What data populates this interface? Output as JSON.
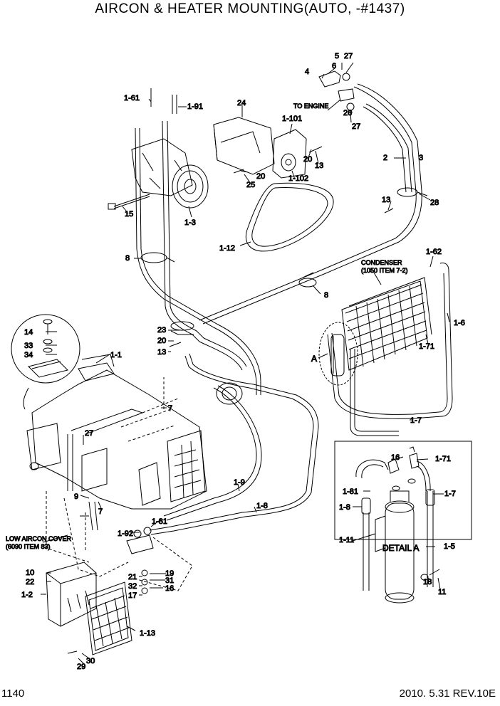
{
  "title": "AIRCON & HEATER MOUNTING(AUTO, -#1437)",
  "footer": {
    "page": "1140",
    "revision": "2010. 5.31  REV.10E"
  },
  "notes": {
    "to_engine": "TO ENGINE",
    "condenser_line1": "CONDENSER",
    "condenser_line2": "(1050 ITEM 7-2)",
    "low_cover_line1": "LOW AIRCON COVER",
    "low_cover_line2": "(6090 ITEM 83)",
    "detail_a": "DETAIL A",
    "detail_marker": "A"
  },
  "callouts": {
    "c_5": "5",
    "c_27a": "27",
    "c_6": "6",
    "c_4": "4",
    "c_26": "26",
    "c_27b": "27",
    "c_1_61": "1-61",
    "c_1_91": "1-91",
    "c_24": "24",
    "c_1_101": "1-101",
    "c_20a": "20",
    "c_13a": "13",
    "c_20b": "20",
    "c_25": "25",
    "c_1_102": "1-102",
    "c_2": "2",
    "c_3": "3",
    "c_13b": "13",
    "c_28": "28",
    "c_15": "15",
    "c_1_3": "1-3",
    "c_1_12": "1-12",
    "c_8a": "8",
    "c_8b": "8",
    "c_1_62": "1-62",
    "c_1_6": "1-6",
    "c_1_71a": "1-71",
    "c_23": "23",
    "c_20c": "20",
    "c_13c": "13",
    "c_14": "14",
    "c_33": "33",
    "c_34": "34",
    "c_1_1": "1-1",
    "c_7a": "7",
    "c_27c": "27",
    "c_1_7a": "1-7",
    "c_1_9": "1-9",
    "c_1_8a": "1-8",
    "c_9": "9",
    "c_7b": "7",
    "c_1_81a": "1-81",
    "c_1_92": "1-92",
    "c_19": "19",
    "c_21": "21",
    "c_31": "31",
    "c_32": "32",
    "c_16a": "16",
    "c_17": "17",
    "c_10": "10",
    "c_22": "22",
    "c_1_2": "1-2",
    "c_1_13": "1-13",
    "c_29": "29",
    "c_30": "30",
    "c_16b": "16",
    "c_1_71b": "1-71",
    "c_1_81b": "1-81",
    "c_1_7b": "1-7",
    "c_1_8b": "1-8",
    "c_1_11": "1-11",
    "c_1_5": "1-5",
    "c_18": "18",
    "c_11": "11"
  }
}
